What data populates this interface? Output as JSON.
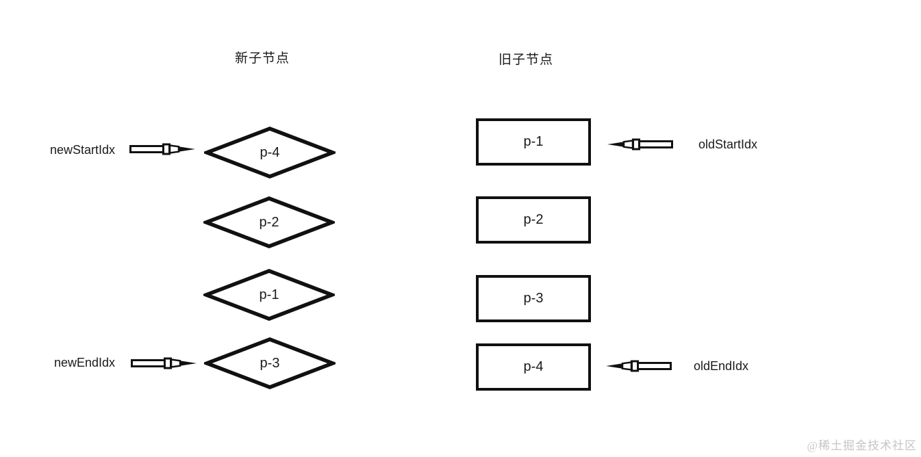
{
  "colors": {
    "shape_border": "#111111",
    "text": "#1a1a1a",
    "watermark": "#c6c6c6",
    "background": "#ffffff"
  },
  "new_column": {
    "header": "新子节点",
    "shape": "diamond",
    "nodes": [
      {
        "label": "p-4"
      },
      {
        "label": "p-2"
      },
      {
        "label": "p-1"
      },
      {
        "label": "p-3"
      }
    ]
  },
  "old_column": {
    "header": "旧子节点",
    "shape": "rectangle",
    "nodes": [
      {
        "label": "p-1"
      },
      {
        "label": "p-2"
      },
      {
        "label": "p-3"
      },
      {
        "label": "p-4"
      }
    ]
  },
  "pointers": {
    "new_start": {
      "label": "newStartIdx",
      "icon": "arrow-right-icon"
    },
    "new_end": {
      "label": "newEndIdx",
      "icon": "arrow-right-icon"
    },
    "old_start": {
      "label": "oldStartIdx",
      "icon": "arrow-left-icon"
    },
    "old_end": {
      "label": "oldEndIdx",
      "icon": "arrow-left-icon"
    }
  },
  "watermark": "@稀土掘金技术社区"
}
